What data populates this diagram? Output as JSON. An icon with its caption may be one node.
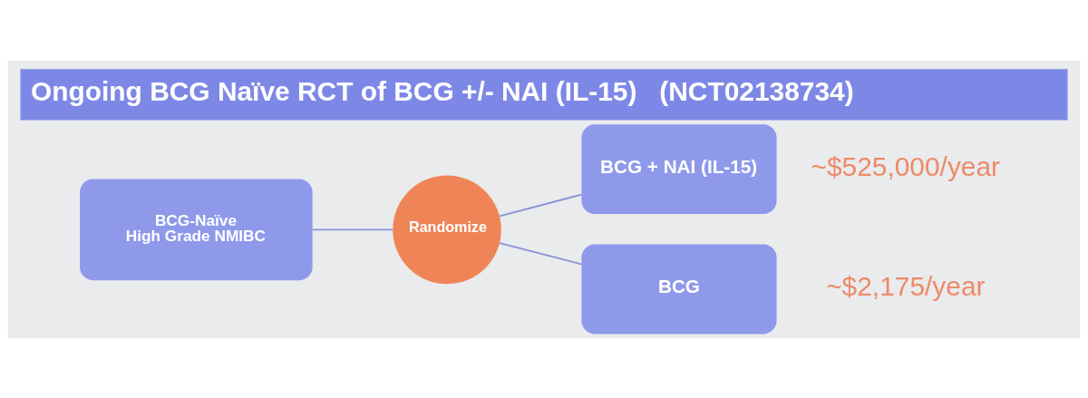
{
  "diagram": {
    "title": "Ongoing BCG Naïve RCT of BCG +/- NAI (IL-15)   (NCT02138734)",
    "nodes": [
      {
        "text": [
          "BCG-Naïve",
          "High Grade NMIBC"
        ]
      },
      {
        "text": [
          "Randomize"
        ]
      },
      {
        "text": [
          "BCG + NAI (IL-15)"
        ],
        "beside": [
          "~$525,000/year"
        ]
      },
      {
        "text": [
          "BCG"
        ],
        "beside": [
          "~$2,175/year"
        ]
      }
    ],
    "edges": [
      {
        "from": 0,
        "to": 1,
        "arrow": "none"
      },
      {
        "from": 1,
        "to": 2,
        "arrow": "none"
      },
      {
        "from": 1,
        "to": 3,
        "arrow": "none"
      }
    ]
  }
}
